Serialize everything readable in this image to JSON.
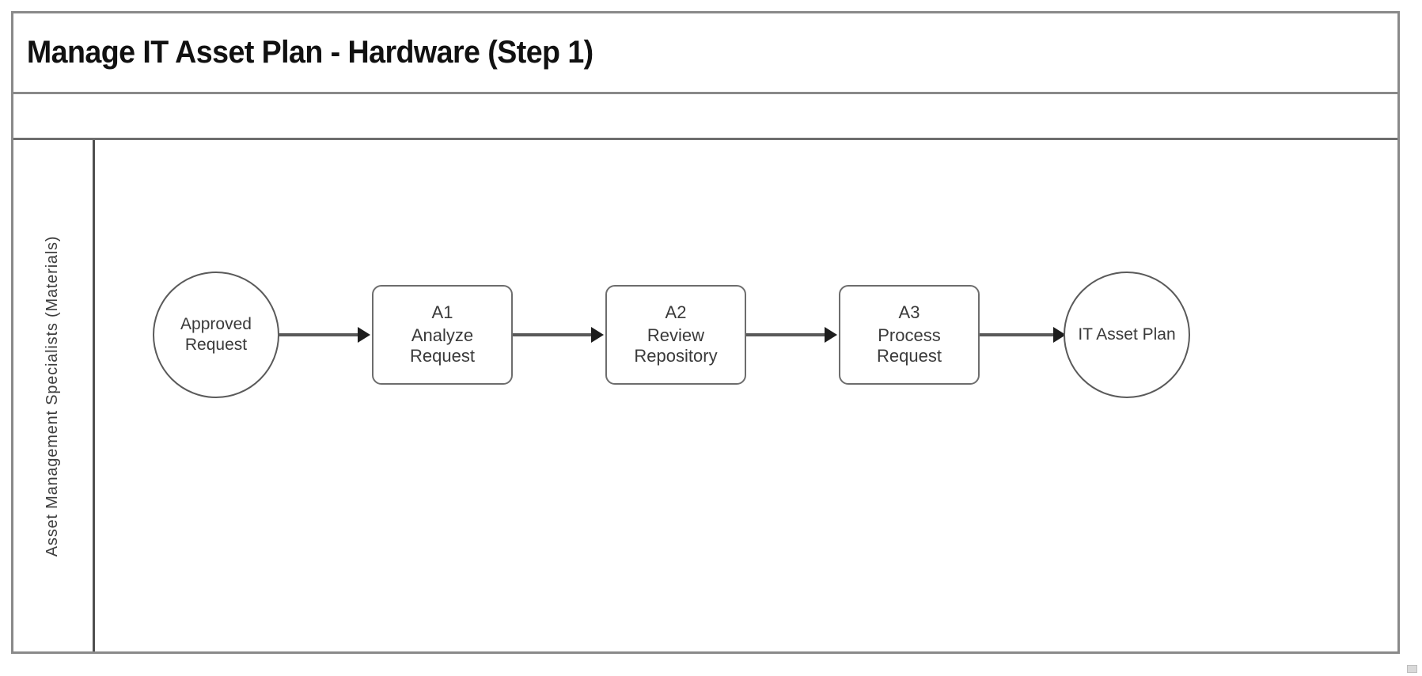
{
  "diagram": {
    "title": "Manage IT Asset Plan - Hardware (Step 1)",
    "lane": {
      "label": "Asset Management Specialists (Materials)"
    },
    "nodes": [
      {
        "id": "start-event",
        "type": "start-event",
        "line1": "Approved",
        "line2": "Request"
      },
      {
        "id": "task-a1",
        "type": "task",
        "code": "A1",
        "line1": "Analyze",
        "line2": "Request"
      },
      {
        "id": "task-a2",
        "type": "task",
        "code": "A2",
        "line1": "Review",
        "line2": "Repository"
      },
      {
        "id": "task-a3",
        "type": "task",
        "code": "A3",
        "line1": "Process",
        "line2": "Request"
      },
      {
        "id": "end-event",
        "type": "end-event",
        "line1": "IT Asset  Plan",
        "line2": ""
      }
    ],
    "connectors": [
      {
        "id": "flow-1",
        "from": "start-event",
        "to": "task-a1"
      },
      {
        "id": "flow-2",
        "from": "task-a1",
        "to": "task-a2"
      },
      {
        "id": "flow-3",
        "from": "task-a2",
        "to": "task-a3"
      },
      {
        "id": "flow-4",
        "from": "task-a3",
        "to": "end-event"
      }
    ],
    "colors": {
      "frame_border": "#8a8a8a",
      "lane_divider": "#4f4f4f",
      "node_border": "#6d6d6d",
      "connector": "#595959",
      "text": "#3a3a3a",
      "title_text": "#111111"
    }
  }
}
